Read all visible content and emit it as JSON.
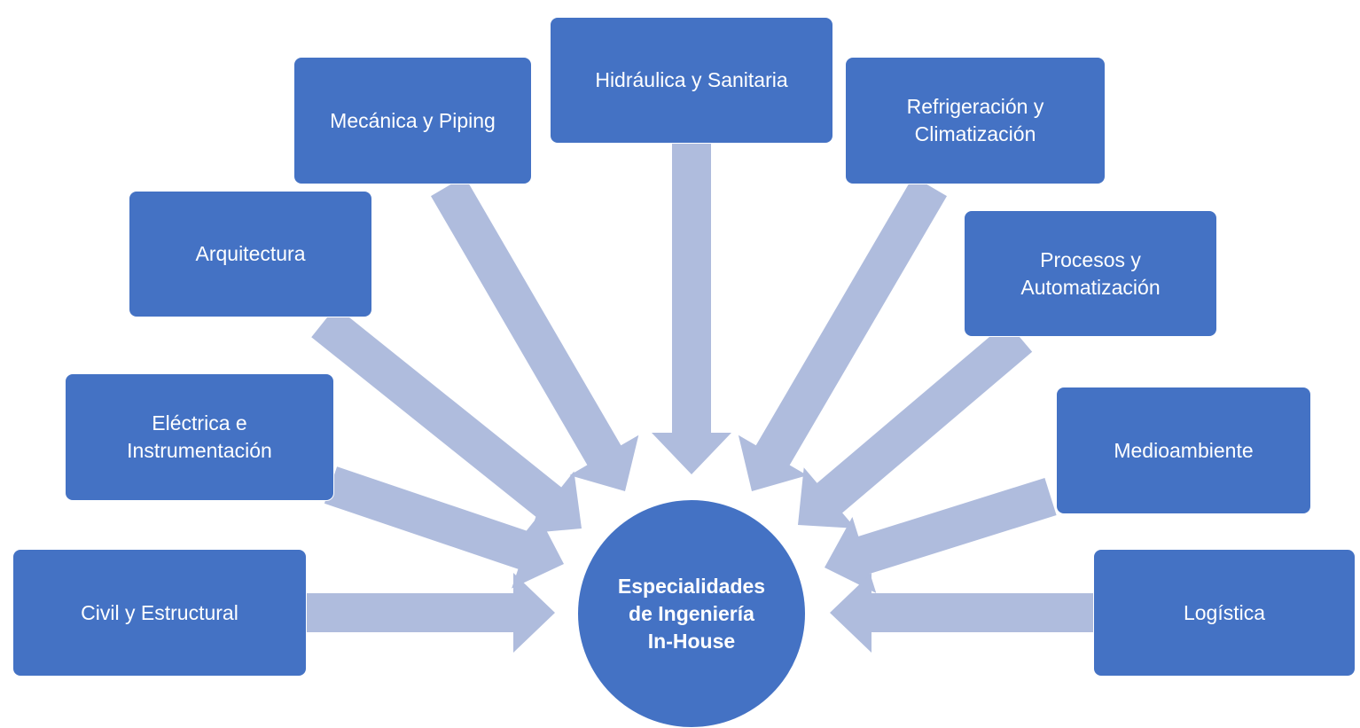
{
  "colors": {
    "box": "#4472c4",
    "hub": "#4472c4",
    "arrow": "#afbcdd",
    "text": "#ffffff"
  },
  "center": {
    "label": "Especialidades\nde Ingeniería\nIn-House"
  },
  "boxes": [
    {
      "id": "civil",
      "label": "Civil y Estructural"
    },
    {
      "id": "electrica",
      "label": "Eléctrica e\nInstrumentación"
    },
    {
      "id": "arquitectura",
      "label": "Arquitectura"
    },
    {
      "id": "mecanica",
      "label": "Mecánica y Piping"
    },
    {
      "id": "hidraulica",
      "label": "Hidráulica y Sanitaria"
    },
    {
      "id": "refrigeracion",
      "label": "Refrigeración y\nClimatización"
    },
    {
      "id": "procesos",
      "label": "Procesos y\nAutomatización"
    },
    {
      "id": "medioambiente",
      "label": "Medioambiente"
    },
    {
      "id": "logistica",
      "label": "Logística"
    }
  ]
}
